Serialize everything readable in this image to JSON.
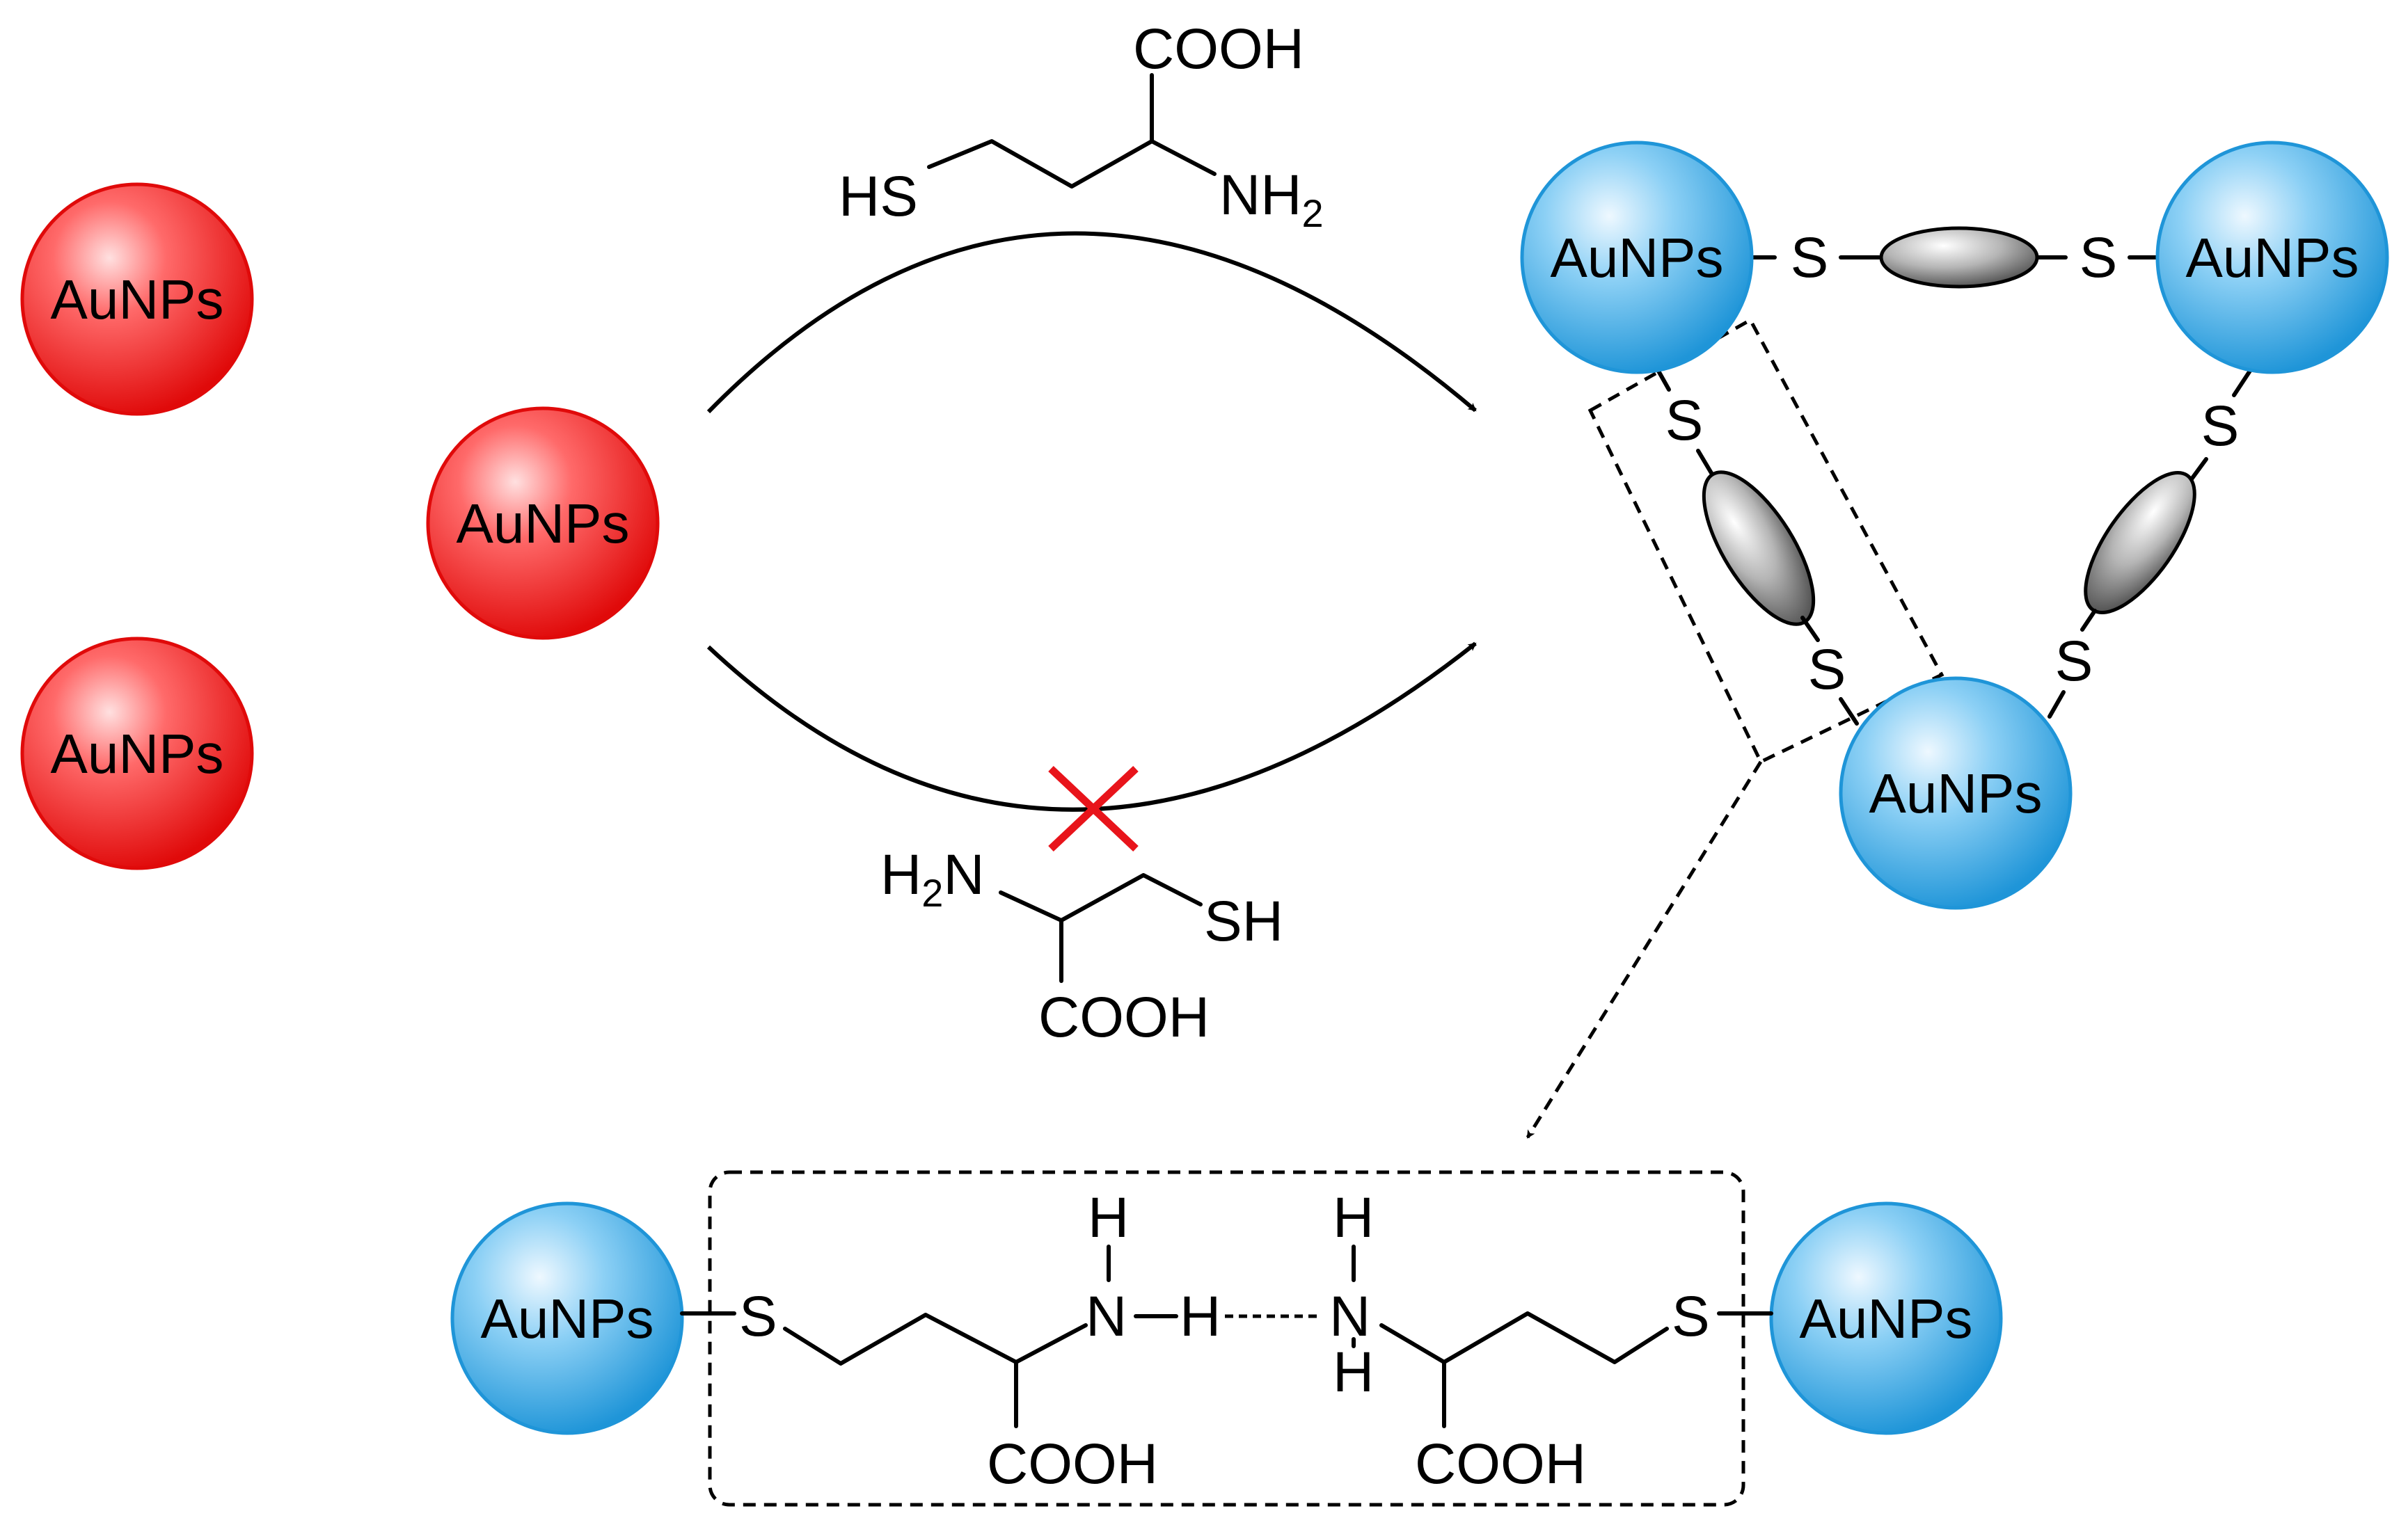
{
  "nanoparticle_label": "AuNPs",
  "colors": {
    "free_nanoparticle": "#e31010",
    "aggregated_nanoparticle": "#1f95d8",
    "blocked_mark": "#e8141b",
    "linker": "#808080"
  },
  "reagents": {
    "homocysteine": {
      "cooh": "COOH",
      "sh": "HS",
      "nh2_main": "NH",
      "nh2_sub": "2"
    },
    "cysteine": {
      "nh2_main": "H",
      "nh2_sub": "2",
      "nh2_tail": "N",
      "sh": "SH",
      "cooh": "COOH"
    }
  },
  "thiol_link": "S",
  "detail": {
    "left_s": "S",
    "right_s": "S",
    "left_nh_h": "H",
    "left_n": "N",
    "bridge_h": "H",
    "right_top_h": "H",
    "right_n": "N",
    "right_bottom_h": "H",
    "left_cooh": "COOH",
    "right_cooh": "COOH"
  }
}
